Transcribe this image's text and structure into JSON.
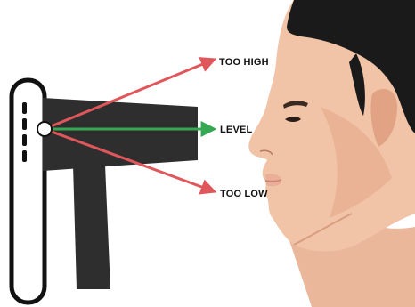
{
  "labels": {
    "too_high": "TOO HIGH",
    "level": "LEVEL",
    "too_low": "TOO LOW"
  },
  "colors": {
    "too_high_arrow": "#e0575b",
    "level_arrow": "#35a853",
    "too_low_arrow": "#e0575b",
    "camera_body": "#2e2e2e",
    "device_outline": "#111111",
    "skin": "#f1c4a8",
    "skin_shadow": "#d99c7f",
    "hair": "#1a1a1a"
  },
  "icons": {
    "device": "phone-icon",
    "camera_mount": "camera-mount-icon",
    "face": "face-profile-illustration"
  }
}
